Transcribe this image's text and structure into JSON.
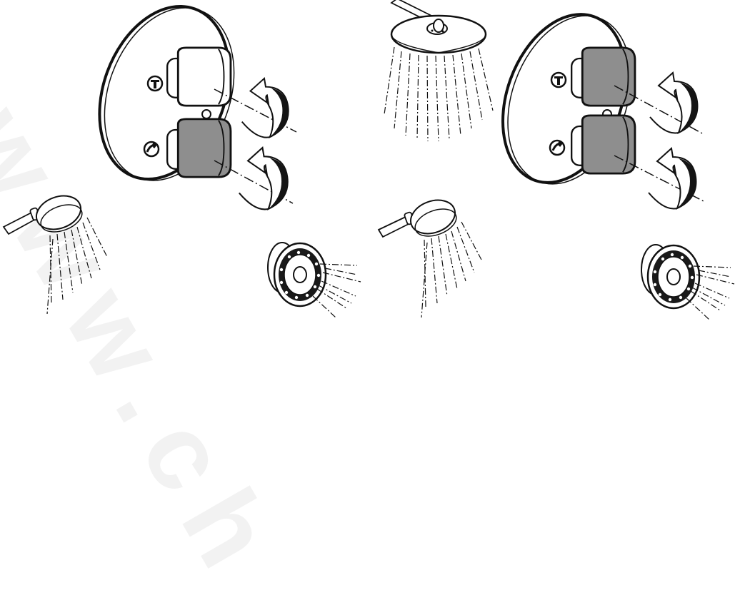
{
  "watermark_text": "www.ch",
  "colors": {
    "line": "#111111",
    "active_knob": "#8e8e8e",
    "inactive_knob": "#ffffff",
    "arrow_fill": "#141414"
  },
  "panels": [
    {
      "id": "left",
      "active_knob": "lower",
      "flowing_outlets": [
        "hand-shower",
        "body-jet"
      ]
    },
    {
      "id": "right",
      "active_knob": "both",
      "flowing_outlets": [
        "overhead-shower",
        "hand-shower",
        "body-jet"
      ]
    }
  ],
  "icons": [
    "thermostat-icon",
    "diverter-icon",
    "rotation-arrow-icon",
    "overhead-shower-icon",
    "hand-shower-icon",
    "body-jet-icon"
  ]
}
